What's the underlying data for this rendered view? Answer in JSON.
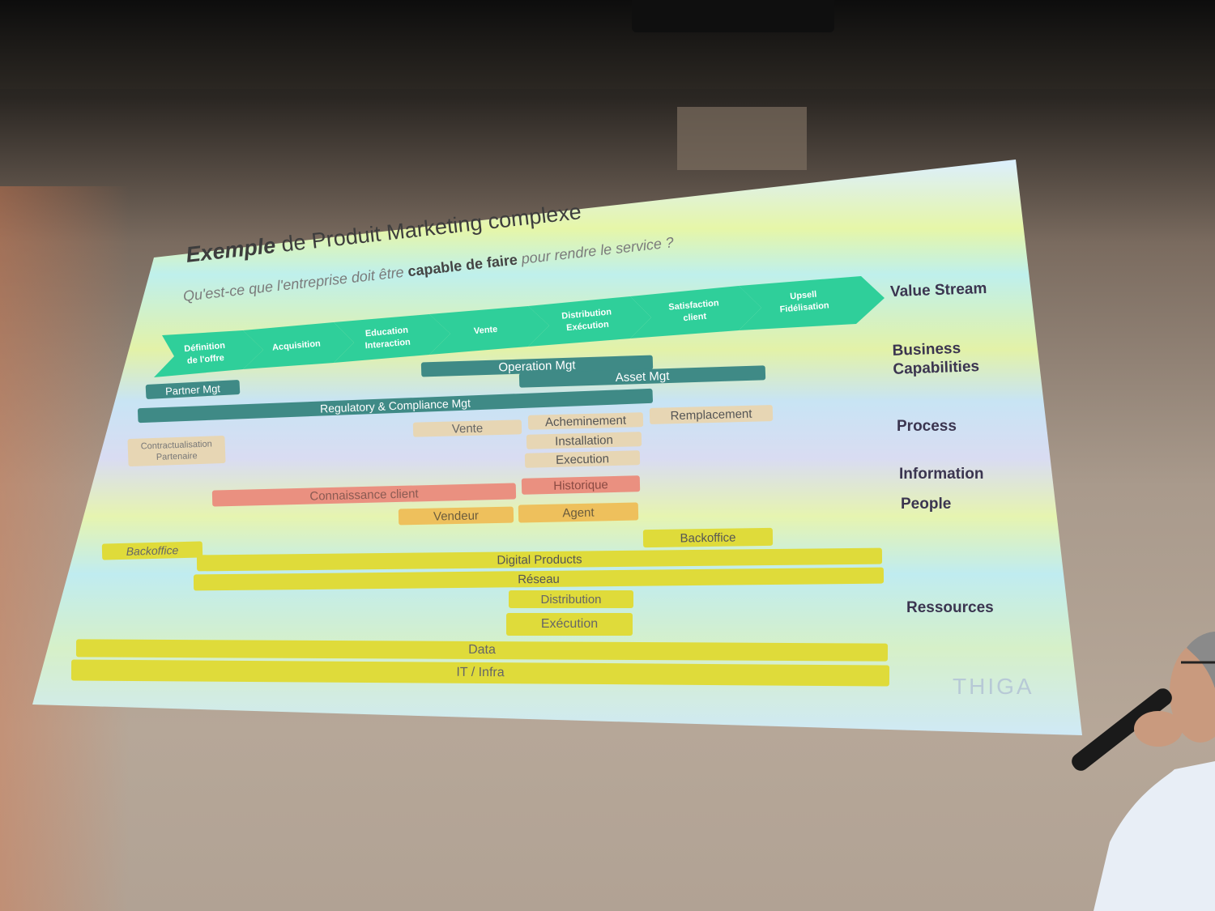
{
  "slide": {
    "title_bold": "Exemple",
    "title_rest": "de Produit Marketing complexe",
    "subtitle_part1": "Qu'est-ce que l'entreprise doit être",
    "subtitle_bold": "capable de faire",
    "subtitle_part2": "pour rendre le service ?",
    "brand": "THIGA"
  },
  "value_stream": [
    {
      "line1": "Définition",
      "line2": "de l'offre"
    },
    {
      "line1": "Acquisition",
      "line2": ""
    },
    {
      "line1": "Education",
      "line2": "Interaction"
    },
    {
      "line1": "Vente",
      "line2": ""
    },
    {
      "line1": "Distribution",
      "line2": "Exécution"
    },
    {
      "line1": "Satisfaction",
      "line2": "client"
    },
    {
      "line1": "Upsell",
      "line2": "Fidélisation"
    }
  ],
  "layers": {
    "value_stream": "Value Stream",
    "business_1": "Business",
    "business_2": "Capabilities",
    "process": "Process",
    "information": "Information",
    "people": "People",
    "ressources": "Ressources"
  },
  "capabilities": {
    "operation": "Operation Mgt",
    "asset": "Asset Mgt",
    "partner": "Partner Mgt",
    "regulatory": "Regulatory & Compliance Mgt"
  },
  "process": {
    "vente": "Vente",
    "acheminement": "Acheminement",
    "remplacement": "Remplacement",
    "contract_1": "Contractualisation",
    "contract_2": "Partenaire",
    "installation": "Installation",
    "execution": "Execution"
  },
  "information": {
    "connaissance": "Connaissance client",
    "historique": "Historique"
  },
  "people": {
    "vendeur": "Vendeur",
    "agent": "Agent"
  },
  "ressources": {
    "backoffice_right": "Backoffice",
    "backoffice_left": "Backoffice",
    "digital": "Digital Products",
    "reseau": "Réseau",
    "distribution": "Distribution",
    "execution": "Exécution",
    "data": "Data",
    "it": "IT / Infra"
  },
  "colors": {
    "teal_dark": "#3f8a86",
    "chevron": "#2fcf9a",
    "process_beige": "#e7d6b4",
    "info_red": "#ea9080",
    "people_orange": "#eec05c",
    "resource_yellow": "#dfdb3a"
  }
}
